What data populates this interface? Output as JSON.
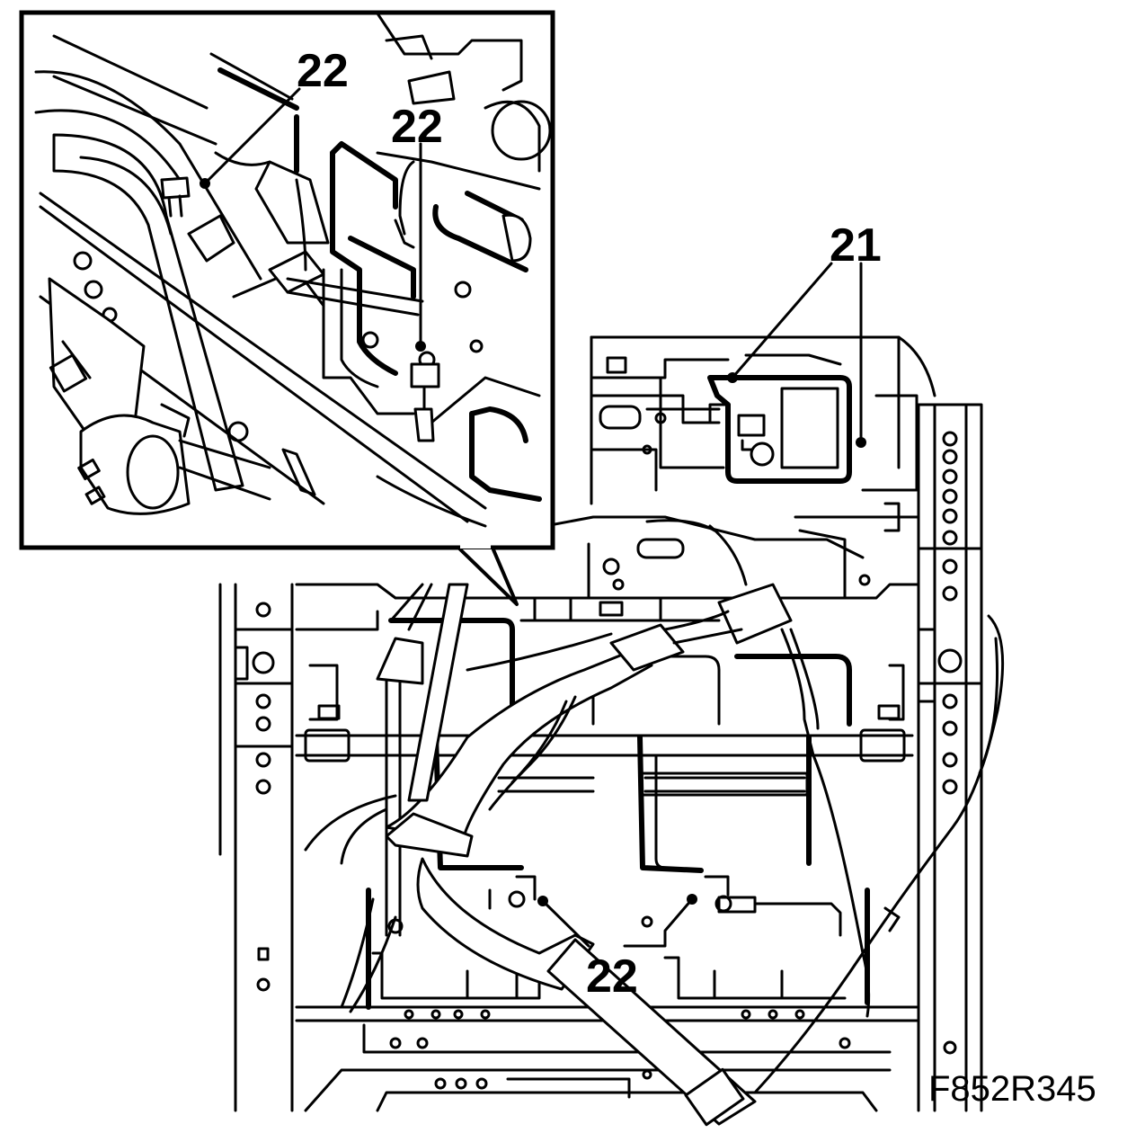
{
  "figure_id": "F852R345",
  "callouts": {
    "inset_top": "22",
    "inset_middle": "22",
    "main_right": "21",
    "main_bottom": "22"
  }
}
